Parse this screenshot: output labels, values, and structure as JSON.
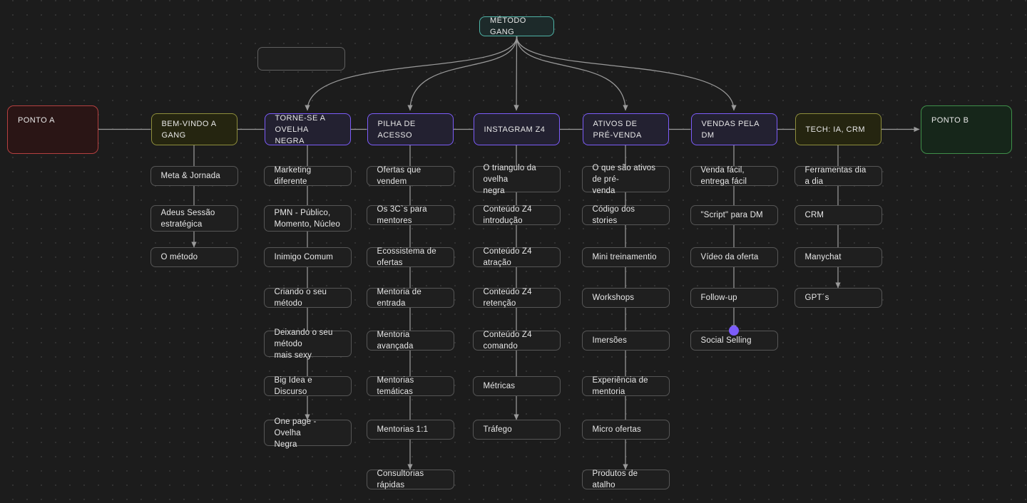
{
  "board": {
    "title": "MÉTODO GANG",
    "background": "#1c1c1c",
    "grid_dot_color": "#343434",
    "edge_color": "#9a9a9a"
  },
  "colors": {
    "purple": "#7c5cfa",
    "olive": "#8e8e3c",
    "teal": "#4fb3a6",
    "red": "#b54040",
    "green": "#3f8f4a",
    "node_border": "#5a5a5a",
    "handle": "#7c5cfa"
  },
  "root": {
    "label": "MÉTODO GANG"
  },
  "untitled_node": {
    "label": ""
  },
  "endpoints": {
    "start": {
      "label": "PONTO A"
    },
    "end": {
      "label": "PONTO B"
    }
  },
  "stages": [
    {
      "id": "bem-vindo",
      "label": "BEM-VINDO A GANG",
      "accent": "olive",
      "children": [
        "Meta & Jornada",
        "Adeus Sessão estratégica",
        "O método"
      ]
    },
    {
      "id": "torne-se",
      "label": "TORNE-SE A OVELHA NEGRA",
      "accent": "purple",
      "children": [
        "Marketing diferente",
        "PMN - Público, Momento, Núcleo",
        "Inimigo Comum",
        "Criando o seu método",
        "Deixando o seu método mais sexy",
        "Big Idea e Discurso",
        "One page - Ovelha Negra"
      ]
    },
    {
      "id": "pilha",
      "label": "PILHA DE ACESSO",
      "accent": "purple",
      "children": [
        "Ofertas que vendem",
        "Os 3C`s para mentores",
        "Ecossistema de ofertas",
        "Mentoria de entrada",
        "Mentoria avançada",
        "Mentorias temáticas",
        "Mentorias 1:1",
        "Consultorias rápidas"
      ]
    },
    {
      "id": "instagram",
      "label": "INSTAGRAM Z4",
      "accent": "purple",
      "children": [
        "O triangulo da ovelha negra",
        "Conteúdo Z4 introdução",
        "Conteúdo Z4 atração",
        "Conteúdo Z4 retenção",
        "Conteúdo Z4 comando",
        "Métricas",
        "Tráfego"
      ]
    },
    {
      "id": "ativos",
      "label": "ATIVOS DE PRÉ-VENDA",
      "accent": "purple",
      "children": [
        "O que são ativos de pré-venda",
        "Código dos stories",
        "Mini treinamentio",
        "Workshops",
        "Imersões",
        "Experiência de mentoria",
        "Micro ofertas",
        "Produtos de atalho"
      ]
    },
    {
      "id": "vendas-dm",
      "label": "VENDAS PELA DM",
      "accent": "purple",
      "children": [
        "Venda fácil, entrega fácil",
        "\"Script\" para DM",
        "Vídeo da oferta",
        "Follow-up",
        "Social Selling"
      ]
    },
    {
      "id": "tech",
      "label": "TECH: IA, CRM",
      "accent": "olive",
      "children": [
        "Ferramentas dia a dia",
        "CRM",
        "Manychat",
        "GPT´s"
      ]
    }
  ]
}
